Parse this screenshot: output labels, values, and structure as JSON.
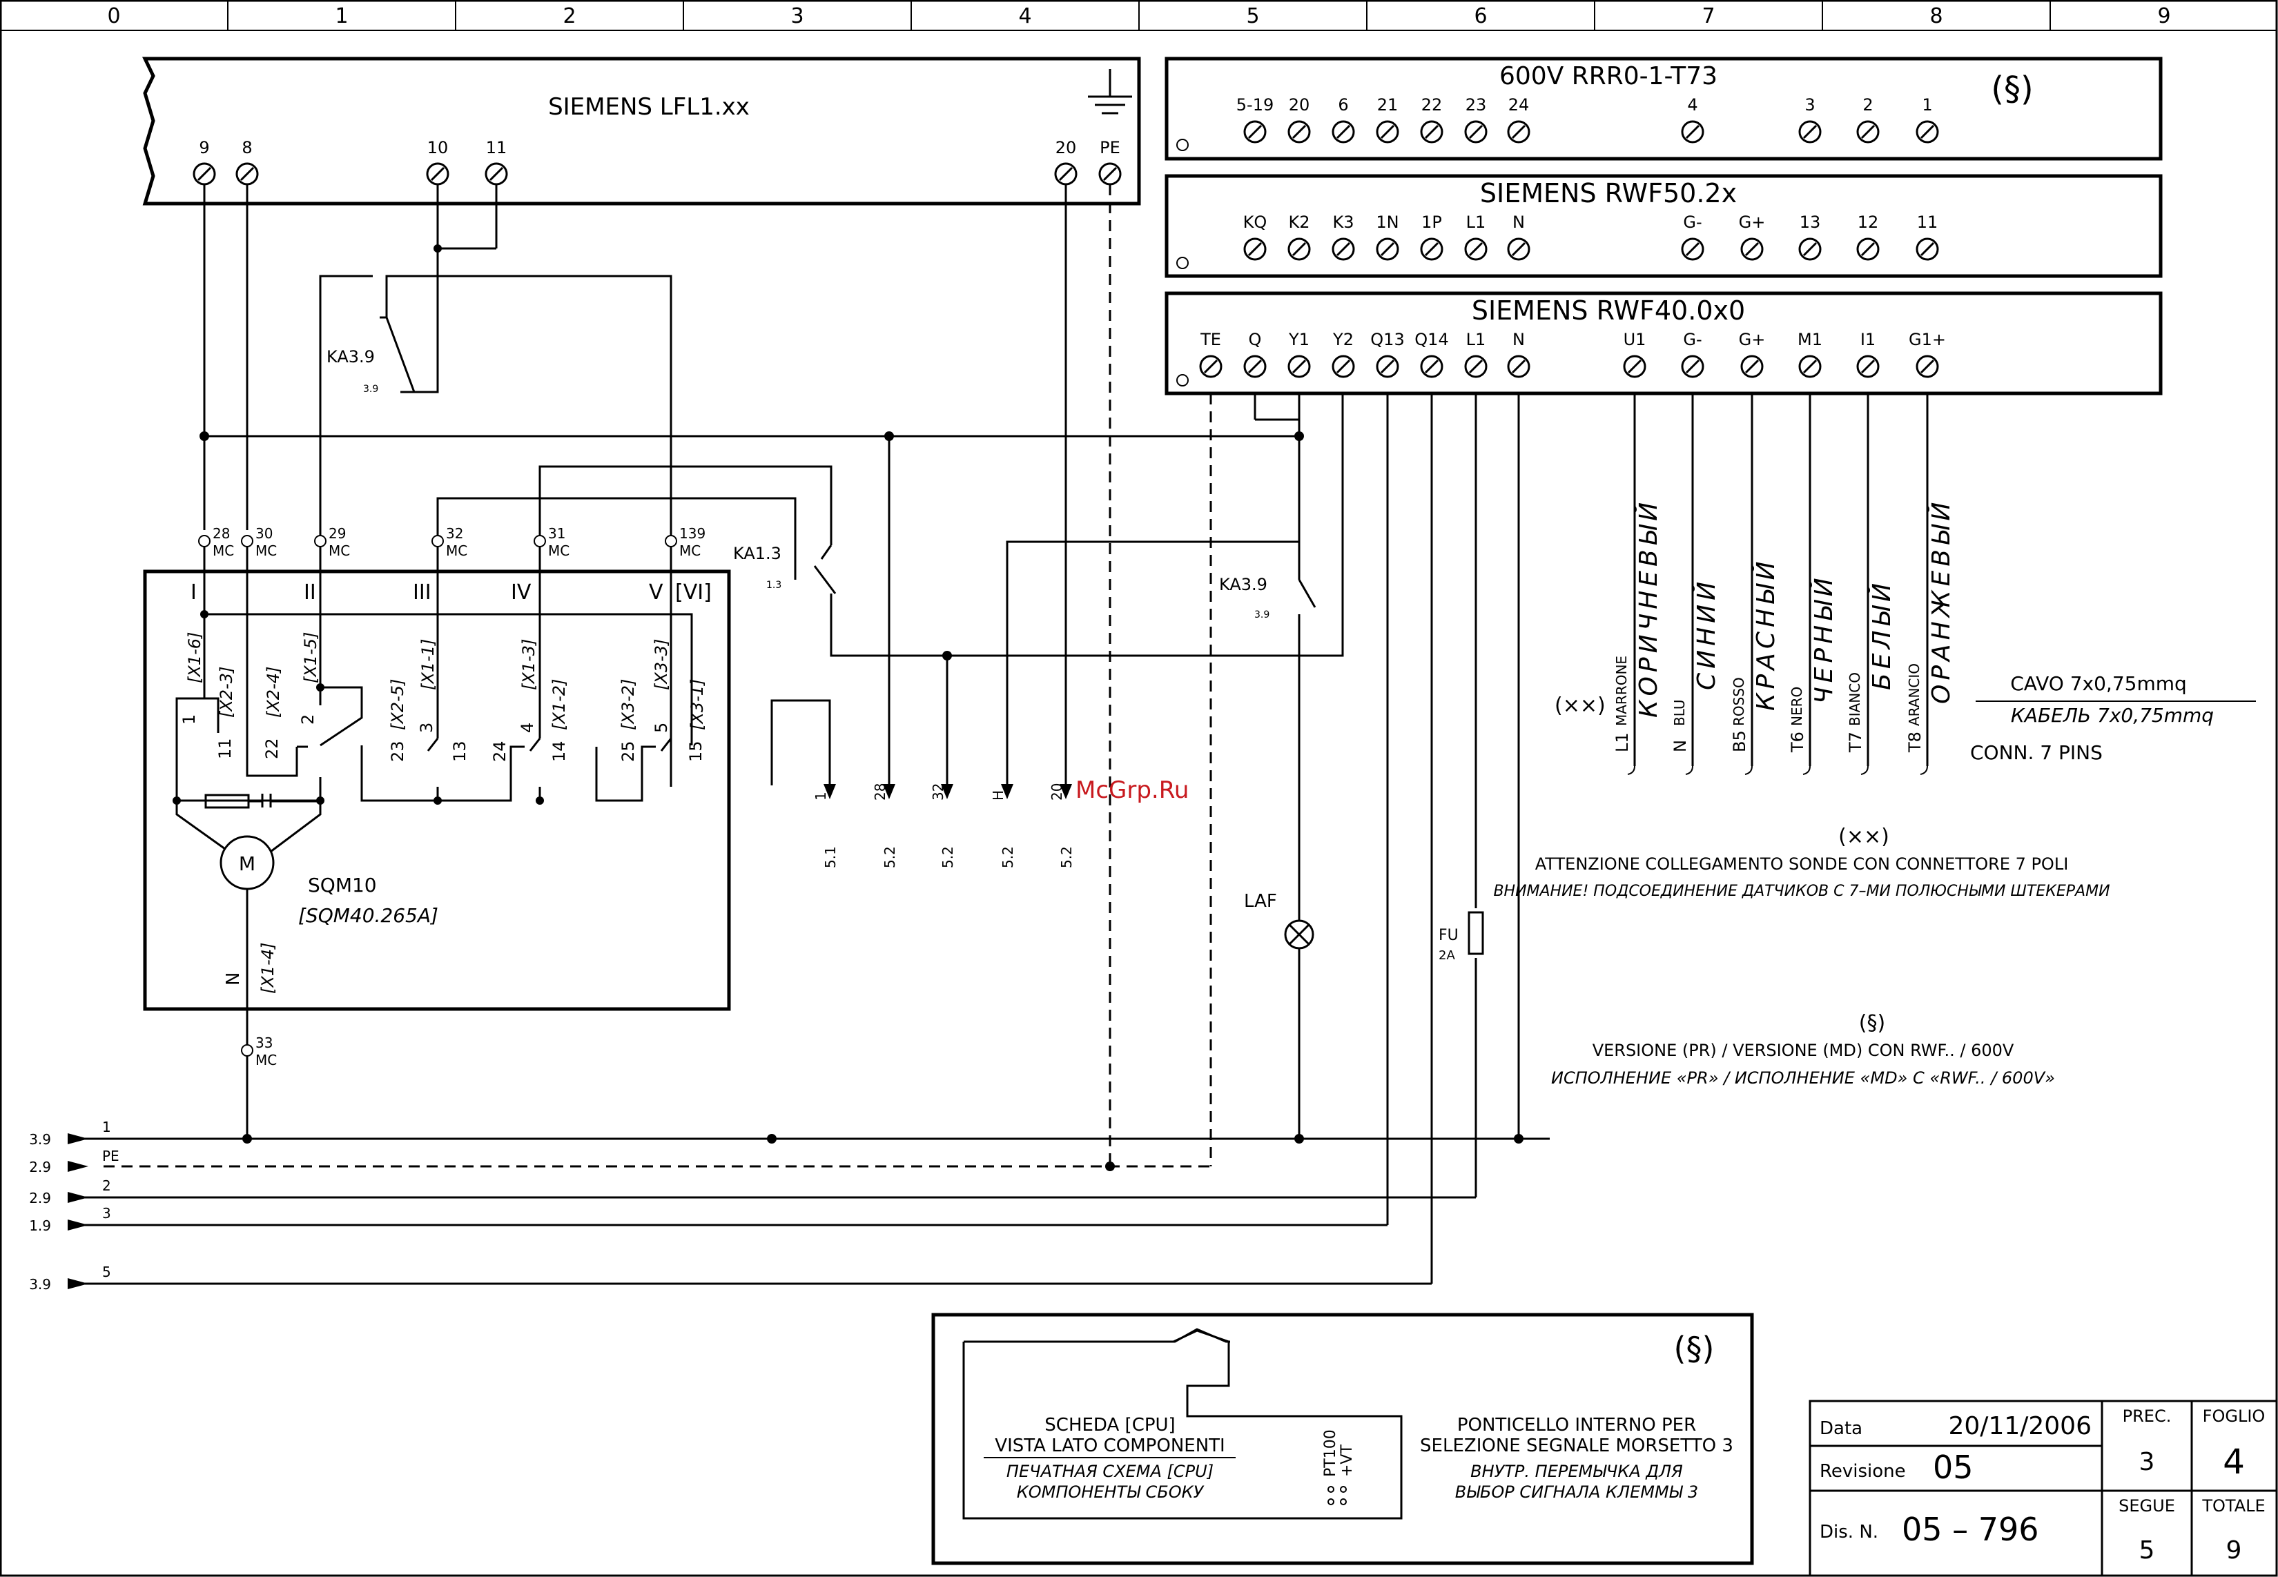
{
  "grid_columns": [
    "0",
    "1",
    "2",
    "3",
    "4",
    "5",
    "6",
    "7",
    "8",
    "9"
  ],
  "lfl": {
    "title": "SIEMENS LFL1.xx",
    "terminals": [
      "9",
      "8",
      "10",
      "11",
      "20",
      "PE"
    ]
  },
  "rrr": {
    "title": "600V RRR0-1-T73",
    "symbol": "(§)",
    "terminals": [
      "5-19",
      "20",
      "6",
      "21",
      "22",
      "23",
      "24",
      "4",
      "3",
      "2",
      "1"
    ]
  },
  "rwf50": {
    "title": "SIEMENS RWF50.2x",
    "terminals": [
      "KQ",
      "K2",
      "K3",
      "1N",
      "1P",
      "L1",
      "N",
      "G-",
      "G+",
      "13",
      "12",
      "11"
    ]
  },
  "rwf40": {
    "title": "SIEMENS RWF40.0x0",
    "terminals": [
      "TE",
      "Q",
      "Y1",
      "Y2",
      "Q13",
      "Q14",
      "L1",
      "N",
      "U1",
      "G-",
      "G+",
      "M1",
      "I1",
      "G1+"
    ]
  },
  "relays": {
    "ka39_top": {
      "label": "KA3.9",
      "ref": "3.9"
    },
    "ka13": {
      "label": "KA1.3",
      "ref": "1.3"
    },
    "ka39_right": {
      "label": "KA3.9",
      "ref": "3.9"
    }
  },
  "mc_terminals": [
    {
      "num": "28",
      "tag": "MC"
    },
    {
      "num": "30",
      "tag": "MC"
    },
    {
      "num": "29",
      "tag": "MC"
    },
    {
      "num": "32",
      "tag": "MC"
    },
    {
      "num": "31",
      "tag": "MC"
    },
    {
      "num": "139",
      "tag": "MC"
    },
    {
      "num": "33",
      "tag": "MC"
    }
  ],
  "sqm": {
    "roman": [
      "I",
      "II",
      "III",
      "IV",
      "V",
      "[VI]"
    ],
    "connectors": [
      "[X1-6]",
      "[X2-3]",
      "[X2-4]",
      "[X1-5]",
      "[X2-5]",
      "[X1-1]",
      "[X1-3]",
      "[X1-2]",
      "[X3-2]",
      "[X3-3]",
      "[X3-1]"
    ],
    "contacts": [
      "1",
      "11",
      "22",
      "2",
      "23",
      "3",
      "13",
      "24",
      "4",
      "14",
      "25",
      "5",
      "15"
    ],
    "motor": "M",
    "model": "SQM10",
    "model_alt": "[SQM40.265A]",
    "neutral": "N",
    "neutral_conn": "[X1-4]"
  },
  "arrows": [
    {
      "wire": "1",
      "ref": "5.1"
    },
    {
      "wire": "28",
      "ref": "5.2"
    },
    {
      "wire": "32",
      "ref": "5.2"
    },
    {
      "wire": "H",
      "ref": "5.2"
    },
    {
      "wire": "20",
      "ref": "5.2"
    }
  ],
  "watermark": "McGrp.Ru",
  "lamp": "LAF",
  "fuse": {
    "label": "FU",
    "rating": "2A"
  },
  "buses": [
    {
      "ref": "3.9",
      "name": "1"
    },
    {
      "ref": "2.9",
      "name": "PE"
    },
    {
      "ref": "2.9",
      "name": "2"
    },
    {
      "ref": "1.9",
      "name": "3"
    },
    {
      "ref": "3.9",
      "name": "5"
    }
  ],
  "cable": {
    "marker": "(××)",
    "wires": [
      {
        "code": "L1",
        "it": "MARRONE",
        "ru": "КОРИЧНЕВЫЙ"
      },
      {
        "code": "N",
        "it": "BLU",
        "ru": "СИНИЙ"
      },
      {
        "code": "B5",
        "it": "ROSSO",
        "ru": "КРАСНЫЙ"
      },
      {
        "code": "T6",
        "it": "NERO",
        "ru": "ЧЕРНЫЙ"
      },
      {
        "code": "T7",
        "it": "BIANCO",
        "ru": "БЕЛЫЙ"
      },
      {
        "code": "T8",
        "it": "ARANCIO",
        "ru": "ОРАНЖЕВЫЙ"
      }
    ],
    "cavo": "CAVO 7x0,75mmq",
    "cavo_ru": "КАБЕЛЬ 7x0,75mmq",
    "conn": "CONN. 7 PINS"
  },
  "notes": {
    "xx_marker": "(××)",
    "xx_it": "ATTENZIONE COLLEGAMENTO SONDE CON CONNETTORE 7 POLI",
    "xx_ru": "ВНИМАНИЕ! ПОДСОЕДИНЕНИЕ ДАТЧИКОВ С 7–МИ ПОЛЮСНЫМИ ШТЕКЕРАМИ",
    "s_marker": "(§)",
    "s_it": "VERSIONE (PR) / VERSIONE (MD) CON RWF.. / 600V",
    "s_ru": "ИСПОЛНЕНИЕ «PR» / ИСПОЛНЕНИЕ «MD» С «RWF.. / 600V»"
  },
  "inset": {
    "symbol": "(§)",
    "board_it_1": "SCHEDA [CPU]",
    "board_it_2": "VISTA LATO COMPONENTI",
    "board_ru_1": "ПЕЧАТНАЯ СХЕМА [CPU]",
    "board_ru_2": "КОМПОНЕНТЫ СБОКУ",
    "pt100": "PT100",
    "vt": "+VT",
    "bridge_it_1": "PONTICELLO INTERNO PER",
    "bridge_it_2": "SELEZIONE SEGNALE MORSETTO 3",
    "bridge_ru_1": "ВНУТР. ПЕРЕМЫЧКА ДЛЯ",
    "bridge_ru_2": "ВЫБОР СИГНАЛА КЛЕММЫ 3"
  },
  "title_block": {
    "data_label": "Data",
    "data_value": "20/11/2006",
    "rev_label": "Revisione",
    "rev_value": "05",
    "dis_label": "Dis. N.",
    "dis_value": "05 – 796",
    "prec_label": "PREC.",
    "prec_value": "3",
    "foglio_label": "FOGLIO",
    "foglio_value": "4",
    "segue_label": "SEGUE",
    "segue_value": "5",
    "totale_label": "TOTALE",
    "totale_value": "9"
  }
}
